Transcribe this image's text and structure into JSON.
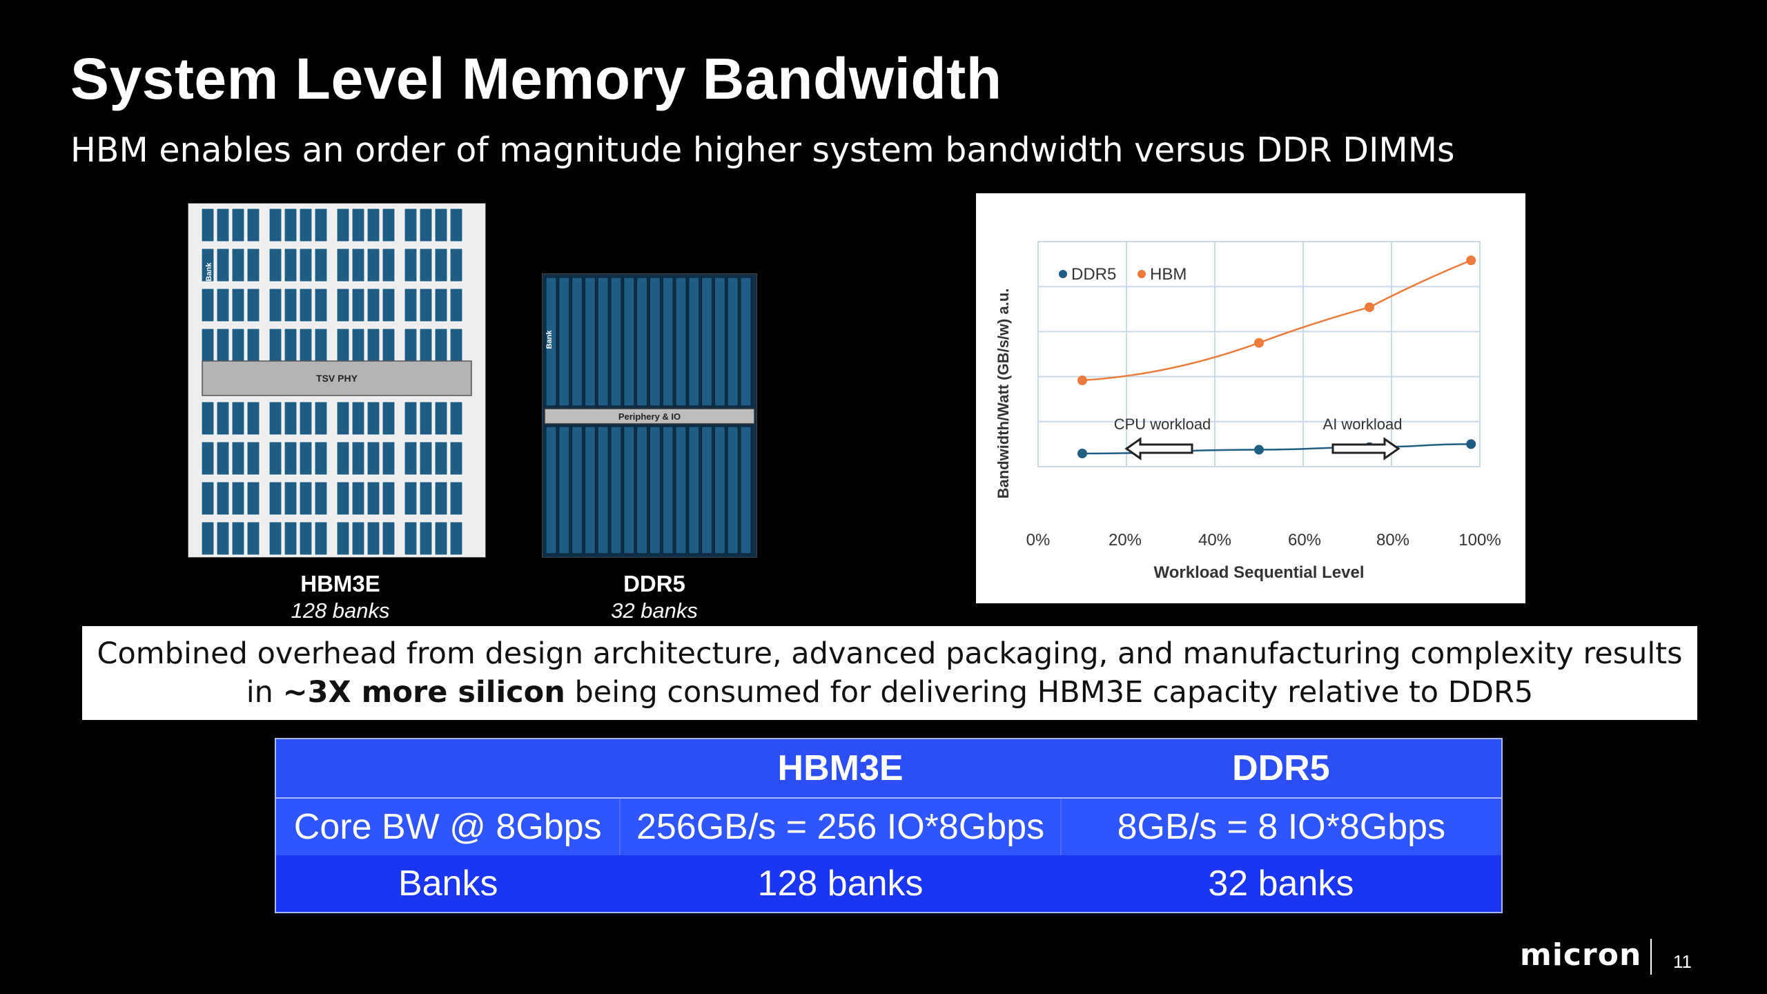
{
  "slide": {
    "title": "System Level Memory Bandwidth",
    "subtitle": "HBM enables an order of magnitude higher system bandwidth versus DDR DIMMs"
  },
  "hbm_die": {
    "name": "HBM3E",
    "banks_caption": "128 banks",
    "bank_tag": "Bank",
    "phy_label": "TSV PHY",
    "bank_color": "#1f5d85"
  },
  "ddr_die": {
    "name": "DDR5",
    "banks_caption": "32 banks",
    "bank_tag": "Bank",
    "io_label": "Periphery & IO",
    "bank_color": "#1f5d85"
  },
  "chart": {
    "workload_cpu": "CPU workload",
    "workload_ai": "AI workload"
  },
  "chart_data": {
    "type": "scatter",
    "title": "",
    "xlabel": "Workload Sequential Level",
    "ylabel": "Bandwidth/Watt (GB/s/w) a.u.",
    "x_ticks": [
      "0%",
      "20%",
      "40%",
      "60%",
      "80%",
      "100%"
    ],
    "xlim": [
      0,
      100
    ],
    "ylim": [
      0,
      6
    ],
    "grid": true,
    "legend_position": "top-left",
    "series": [
      {
        "name": "DDR5",
        "color": "#1f5d85",
        "x": [
          10,
          50,
          75,
          98
        ],
        "y": [
          0.35,
          0.45,
          0.52,
          0.6
        ]
      },
      {
        "name": "HBM",
        "color": "#ec7a3a",
        "x": [
          10,
          50,
          75,
          98
        ],
        "y": [
          2.3,
          3.3,
          4.25,
          5.5
        ]
      }
    ]
  },
  "note": {
    "line1": "Combined overhead from design architecture, advanced packaging, and manufacturing complexity results",
    "line2_before": "in ",
    "line2_bold": "~3X more silicon",
    "line2_after": " being consumed for delivering HBM3E capacity relative to DDR5"
  },
  "table": {
    "headers": [
      "",
      "HBM3E",
      "DDR5"
    ],
    "rows": [
      [
        "Core BW @ 8Gbps",
        "256GB/s = 256 IO*8Gbps",
        "8GB/s = 8 IO*8Gbps"
      ],
      [
        "Banks",
        "128 banks",
        "32 banks"
      ]
    ]
  },
  "footer": {
    "logo_text": "micron",
    "page_number": "11"
  }
}
